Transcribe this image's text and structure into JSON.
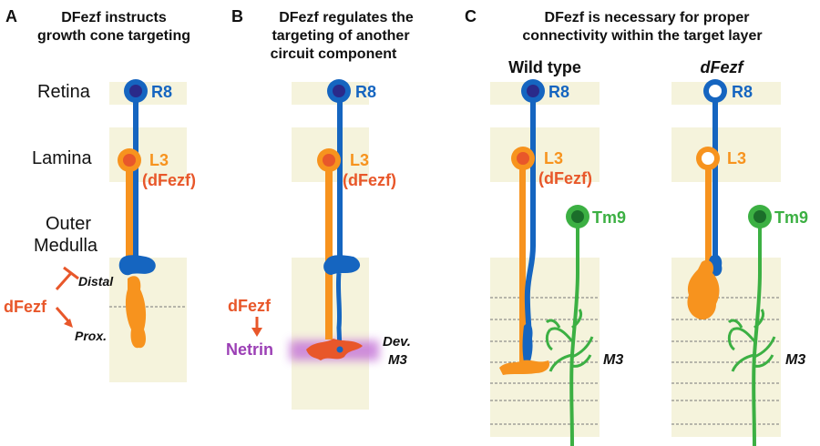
{
  "colors": {
    "r8_blue": "#1565c0",
    "l3_orange": "#f7931e",
    "tm9_green": "#3cb043",
    "dfezf_red": "#e8572a",
    "netrin_purple": "#9b3fb5",
    "layer_beige": "#f5f3dc"
  },
  "panelA": {
    "letter": "A",
    "title_line1": "DFezf instructs",
    "title_line2": "growth cone targeting",
    "region_retina": "Retina",
    "region_lamina": "Lamina",
    "region_outer": "Outer",
    "region_medulla": "Medulla",
    "r8_label": "R8",
    "l3_label": "L3",
    "dfezf_paren": "(dFezf)",
    "distal": "Distal",
    "prox": "Prox.",
    "dfezf": "dFezf"
  },
  "panelB": {
    "letter": "B",
    "title_line1": "DFezf regulates the",
    "title_line2": "targeting of another",
    "title_line3": "circuit component",
    "r8_label": "R8",
    "l3_label": "L3",
    "dfezf_paren": "(dFezf)",
    "dfezf": "dFezf",
    "netrin": "Netrin",
    "dev": "Dev.",
    "m3": "M3"
  },
  "panelC": {
    "letter": "C",
    "title_line1": "DFezf is necessary for proper",
    "title_line2": "connectivity within the target layer",
    "wt_title": "Wild type",
    "mut_title": "dFezf",
    "r8_label": "R8",
    "l3_label": "L3",
    "dfezf_paren": "(dFezf)",
    "tm9_label": "Tm9",
    "m3": "M3",
    "r8_label_mut": "R8",
    "l3_label_mut": "L3",
    "tm9_label_mut": "Tm9",
    "m3_mut": "M3"
  }
}
